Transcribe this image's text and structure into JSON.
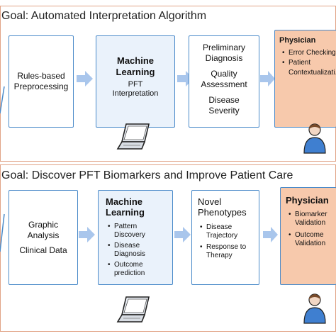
{
  "panel1": {
    "title": "Goal: Automated Interpretation Algorithm",
    "box1": {
      "label": "Rules-based Preprocessing"
    },
    "box2": {
      "heading_line1": "Machine",
      "heading_line2": "Learning",
      "sub_line1": "PFT",
      "sub_line2": "Interpretation"
    },
    "box3": {
      "item1_line1": "Preliminary",
      "item1_line2": "Diagnosis",
      "item2_line1": "Quality",
      "item2_line2": "Assessment",
      "item3_line1": "Disease",
      "item3_line2": "Severity"
    },
    "box4": {
      "heading": "Physician",
      "bullets": [
        "Error Checking",
        "Patient",
        "Contextualizati..."
      ]
    }
  },
  "panel2": {
    "title": "Goal: Discover PFT Biomarkers and Improve Patient Care",
    "box1": {
      "line1": "Graphic",
      "line2": "Analysis",
      "line3": "Clinical Data"
    },
    "box2": {
      "heading_line1": "Machine",
      "heading_line2": "Learning",
      "bullets": [
        "Pattern",
        "Discovery",
        "Disease",
        "Diagnosis",
        "Outcome",
        "prediction"
      ]
    },
    "box3": {
      "heading_line1": "Novel",
      "heading_line2": "Phenotypes",
      "bullets": [
        "Disease",
        "Trajectory",
        "Response to",
        "Therapy"
      ]
    },
    "box4": {
      "heading": "Physician",
      "bullets": [
        "Biomarker",
        "Validation",
        "Outcome",
        "Validation"
      ]
    }
  },
  "colors": {
    "box_border": "#4a8ac9",
    "arrow": "#a9c6ec",
    "physician_fill": "#f7c9ac",
    "ml_fill": "#eaf2fb",
    "panel_border": "#e1a386"
  },
  "icons": [
    "laptop-icon",
    "person-icon",
    "arrow-right-icon"
  ]
}
